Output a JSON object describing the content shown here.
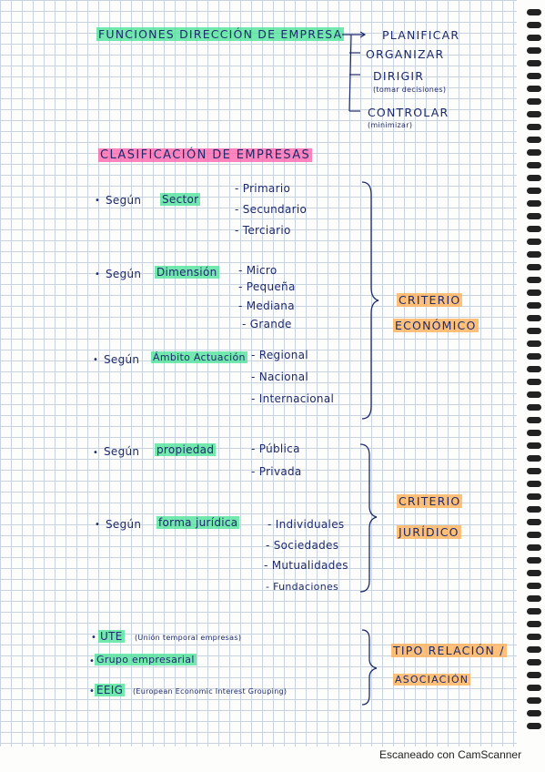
{
  "functions": {
    "title": "FUNCIONES DIRECCIÓN DE EMPRESA",
    "items": [
      "PLANIFICAR",
      "ORGANIZAR",
      "DIRIGIR",
      "CONTROLAR"
    ],
    "notes": [
      "(tomar decisiones)",
      "(minimizar)"
    ]
  },
  "classification": {
    "title": "CLASIFICACIÓN DE EMPRESAS",
    "sector": {
      "label": "Según",
      "highlight": "Sector",
      "items": [
        "Primario",
        "Secundario",
        "Terciario"
      ]
    },
    "dimension": {
      "label": "Según",
      "highlight": "Dimensión",
      "items": [
        "Micro",
        "Pequeña",
        "Mediana",
        "Grande"
      ]
    },
    "ambito": {
      "label": "Según",
      "highlight": "Ámbito Actuación",
      "items": [
        "Regional",
        "Nacional",
        "Internacional"
      ]
    },
    "criterio_economico": [
      "CRITERIO",
      "ECONÓMICO"
    ],
    "propiedad": {
      "label": "Según",
      "highlight": "propiedad",
      "items": [
        "Pública",
        "Privada"
      ]
    },
    "forma": {
      "label": "Según",
      "highlight": "forma jurídica",
      "items": [
        "Individuales",
        "Sociedades",
        "Mutualidades",
        "Fundaciones"
      ]
    },
    "criterio_juridico": [
      "CRITERIO",
      "JURÍDICO"
    ],
    "relacion": {
      "ute": {
        "code": "UTE",
        "desc": "(Unión temporal empresas)"
      },
      "grupo": "Grupo empresarial",
      "eeig": {
        "code": "EEIG",
        "desc": "(European Economic Interest Grouping)"
      }
    },
    "tipo_relacion": [
      "TIPO RELACIÓN /",
      "ASOCIACIÓN"
    ]
  },
  "footer": "Escaneado con CamScanner"
}
